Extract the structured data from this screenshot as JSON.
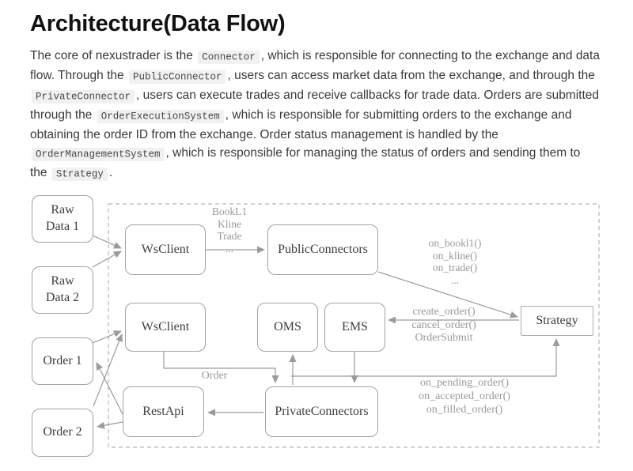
{
  "page": {
    "title": "Architecture(Data Flow)"
  },
  "paragraph": {
    "segments": [
      {
        "type": "text",
        "text": "The core of nexustrader is the "
      },
      {
        "type": "code",
        "text": "Connector"
      },
      {
        "type": "text",
        "text": ", which is responsible for connecting to the exchange and data flow. Through the "
      },
      {
        "type": "code",
        "text": "PublicConnector"
      },
      {
        "type": "text",
        "text": ", users can access market data from the exchange, and through the "
      },
      {
        "type": "code",
        "text": "PrivateConnector"
      },
      {
        "type": "text",
        "text": ", users can execute trades and receive callbacks for trade data. Orders are submitted through the "
      },
      {
        "type": "code",
        "text": "OrderExecutionSystem"
      },
      {
        "type": "text",
        "text": ", which is responsible for submitting orders to the exchange and obtaining the order ID from the exchange. Order status management is handled by the "
      },
      {
        "type": "code",
        "text": "OrderManagementSystem"
      },
      {
        "type": "text",
        "text": ", which is responsible for managing the status of orders and sending them to the "
      },
      {
        "type": "code",
        "text": "Strategy"
      },
      {
        "type": "text",
        "text": "."
      }
    ]
  },
  "diagram": {
    "nodes": {
      "raw_data_1": {
        "label": "Raw\nData 1"
      },
      "raw_data_2": {
        "label": "Raw\nData 2"
      },
      "order_1": {
        "label": "Order 1"
      },
      "order_2": {
        "label": "Order 2"
      },
      "ws_client_top": {
        "label": "WsClient"
      },
      "public_connectors": {
        "label": "PublicConnectors"
      },
      "ws_client_bottom": {
        "label": "WsClient"
      },
      "oms": {
        "label": "OMS"
      },
      "ems": {
        "label": "EMS"
      },
      "strategy": {
        "label": "Strategy"
      },
      "rest_api": {
        "label": "RestApi"
      },
      "private_connectors": {
        "label": "PrivateConnectors"
      }
    },
    "annotations": {
      "market_data_types": {
        "label": "BookL1\nKline\nTrade\n..."
      },
      "market_data_callbacks": {
        "label": "on_bookl1()\non_kline()\non_trade()\n..."
      },
      "order_commands": {
        "label": "create_order()\ncancel_order()\nOrderSubmit"
      },
      "order_callbacks": {
        "label": "on_pending_order()\non_accepted_order()\non_filled_order()"
      },
      "order_flow": {
        "label": "Order"
      }
    },
    "colors": {
      "box_border": "#a2a2a2",
      "box_text": "#3d3d3d",
      "arrow": "#9b9b9b",
      "annotation_text": "#9a9a9a",
      "dashed_border": "#b5b5b5",
      "code_background": "#f1f1f1"
    }
  }
}
